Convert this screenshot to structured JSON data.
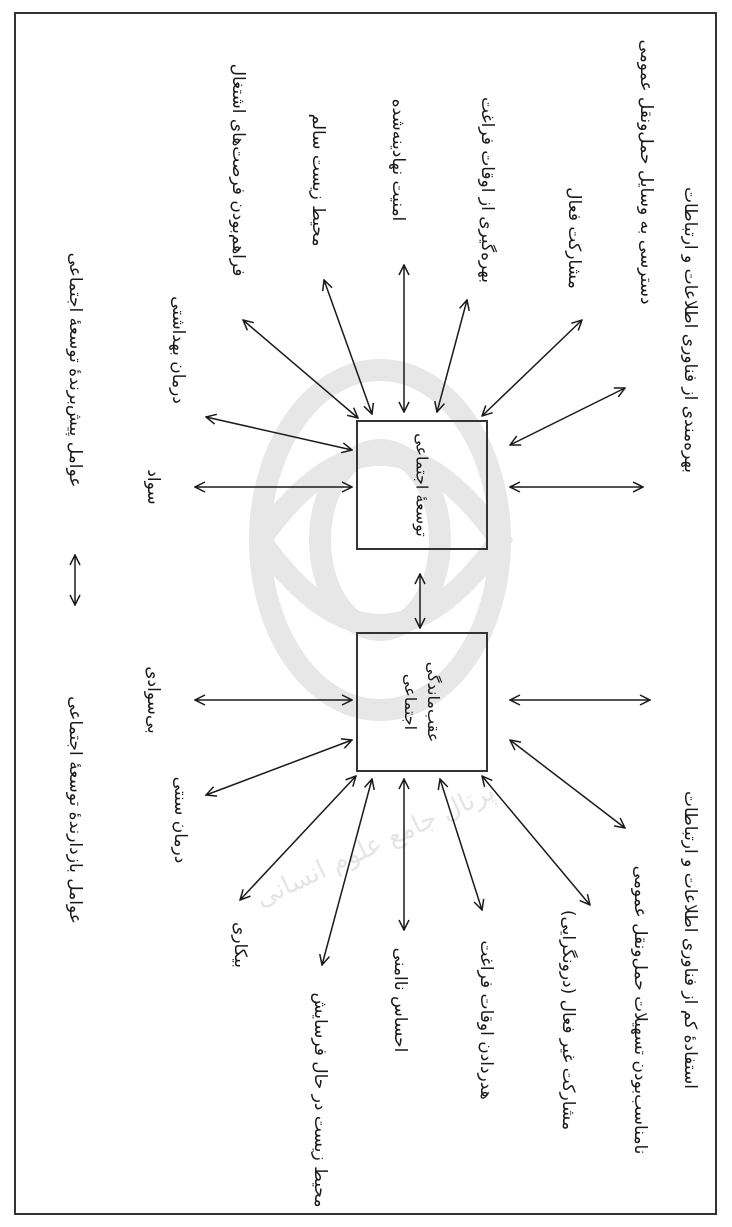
{
  "headings": {
    "promoting": "عوامل پیش‌برندهٔ توسعهٔ اجتماعی",
    "hindering": "عوامل بازدارندهٔ توسعهٔ اجتماعی"
  },
  "center": {
    "development": "توسعهٔ اجتماعی",
    "backwardness": "عقب‌ماندگی اجتماعی"
  },
  "promoting_factors": [
    "سواد",
    "درمان بهداشتی",
    "فراهم‌بودن فرصت‌های اشتغال",
    "محیط زیست سالم",
    "امنیت نهادینه‌شده",
    "بهره‌گیری از اوقات فراغت",
    "مشارکت فعال",
    "دسترسی به وسایل حمل‌ونقل عمومی",
    "بهره‌مندی از فناوری اطلاعات و ارتباطات"
  ],
  "hindering_factors": [
    "بی‌سوادی",
    "درمان سنتی",
    "بیکاری",
    "محیط زیست در حال فرسایش",
    "احساس ناامنی",
    "هدردادن اوقات فراغت",
    "مشارکت غیر فعال (درونگرایی)",
    "نامناسب‌بودن تسهیلات حمل‌ونقل عمومی",
    "استفادهٔ کم از فناوری اطلاعات و ارتباطات"
  ],
  "watermark_text": "پرتال جامع علوم انسانی"
}
